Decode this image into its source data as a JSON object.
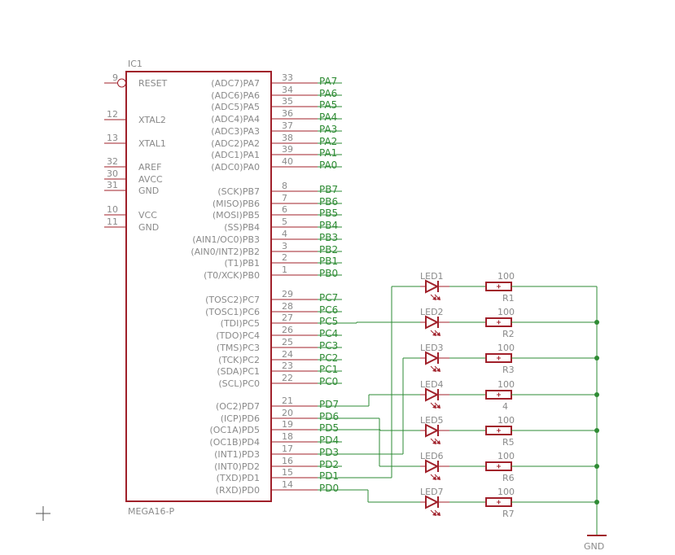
{
  "ic": {
    "name": "IC1",
    "part": "MEGA16-P",
    "left_pins": [
      {
        "num": "9",
        "label": "RESET",
        "inverted": true
      },
      {
        "num": "12",
        "label": "XTAL2"
      },
      {
        "num": "13",
        "label": "XTAL1"
      },
      {
        "num": "32",
        "label": "AREF"
      },
      {
        "num": "30",
        "label": "AVCC"
      },
      {
        "num": "31",
        "label": "GND"
      },
      {
        "num": "10",
        "label": "VCC"
      },
      {
        "num": "11",
        "label": "GND"
      }
    ],
    "right_pins": [
      {
        "num": "33",
        "label": "(ADC7)PA7",
        "net": "PA7"
      },
      {
        "num": "34",
        "label": "(ADC6)PA6",
        "net": "PA6"
      },
      {
        "num": "35",
        "label": "(ADC5)PA5",
        "net": "PA5"
      },
      {
        "num": "36",
        "label": "(ADC4)PA4",
        "net": "PA4"
      },
      {
        "num": "37",
        "label": "(ADC3)PA3",
        "net": "PA3"
      },
      {
        "num": "38",
        "label": "(ADC2)PA2",
        "net": "PA2"
      },
      {
        "num": "39",
        "label": "(ADC1)PA1",
        "net": "PA1"
      },
      {
        "num": "40",
        "label": "(ADC0)PA0",
        "net": "PA0"
      },
      {
        "num": "8",
        "label": "(SCK)PB7",
        "net": "PB7"
      },
      {
        "num": "7",
        "label": "(MISO)PB6",
        "net": "PB6"
      },
      {
        "num": "6",
        "label": "(MOSI)PB5",
        "net": "PB5"
      },
      {
        "num": "5",
        "label": "(SS)PB4",
        "net": "PB4"
      },
      {
        "num": "4",
        "label": "(AIN1/OC0)PB3",
        "net": "PB3"
      },
      {
        "num": "3",
        "label": "(AIN0/INT2)PB2",
        "net": "PB2"
      },
      {
        "num": "2",
        "label": "(T1)PB1",
        "net": "PB1"
      },
      {
        "num": "1",
        "label": "(T0/XCK)PB0",
        "net": "PB0"
      },
      {
        "num": "29",
        "label": "(TOSC2)PC7",
        "net": "PC7"
      },
      {
        "num": "28",
        "label": "(TOSC1)PC6",
        "net": "PC6"
      },
      {
        "num": "27",
        "label": "(TDI)PC5",
        "net": "PC5"
      },
      {
        "num": "26",
        "label": "(TDO)PC4",
        "net": "PC4"
      },
      {
        "num": "25",
        "label": "(TMS)PC3",
        "net": "PC3"
      },
      {
        "num": "24",
        "label": "(TCK)PC2",
        "net": "PC2"
      },
      {
        "num": "23",
        "label": "(SDA)PC1",
        "net": "PC1"
      },
      {
        "num": "22",
        "label": "(SCL)PC0",
        "net": "PC0"
      },
      {
        "num": "21",
        "label": "(OC2)PD7",
        "net": "PD7"
      },
      {
        "num": "20",
        "label": "(ICP)PD6",
        "net": "PD6"
      },
      {
        "num": "19",
        "label": "(OC1A)PD5",
        "net": "PD5"
      },
      {
        "num": "18",
        "label": "(OC1B)PD4",
        "net": "PD4"
      },
      {
        "num": "17",
        "label": "(INT1)PD3",
        "net": "PD3"
      },
      {
        "num": "16",
        "label": "(INT0)PD2",
        "net": "PD2"
      },
      {
        "num": "15",
        "label": "(TXD)PD1",
        "net": "PD1"
      },
      {
        "num": "14",
        "label": "(RXD)PD0",
        "net": "PD0"
      }
    ]
  },
  "leds": [
    {
      "led": "LED1",
      "res": "R1",
      "value": "100",
      "source_net": "PD1"
    },
    {
      "led": "LED2",
      "res": "R2",
      "value": "100",
      "source_net": "PC5"
    },
    {
      "led": "LED3",
      "res": "R3",
      "value": "100",
      "source_net": "PD3"
    },
    {
      "led": "LED4",
      "res": "4",
      "value": "100",
      "source_net": "PD7"
    },
    {
      "led": "LED5",
      "res": "R5",
      "value": "100",
      "source_net": "PD5"
    },
    {
      "led": "LED6",
      "res": "R6",
      "value": "100",
      "source_net": "PD6"
    },
    {
      "led": "LED7",
      "res": "R7",
      "value": "100",
      "source_net": "PD0"
    }
  ],
  "ground_label": "GND",
  "colors": {
    "component": "#a0202a",
    "wire": "#2e8b34",
    "text": "#8a8a8a"
  }
}
